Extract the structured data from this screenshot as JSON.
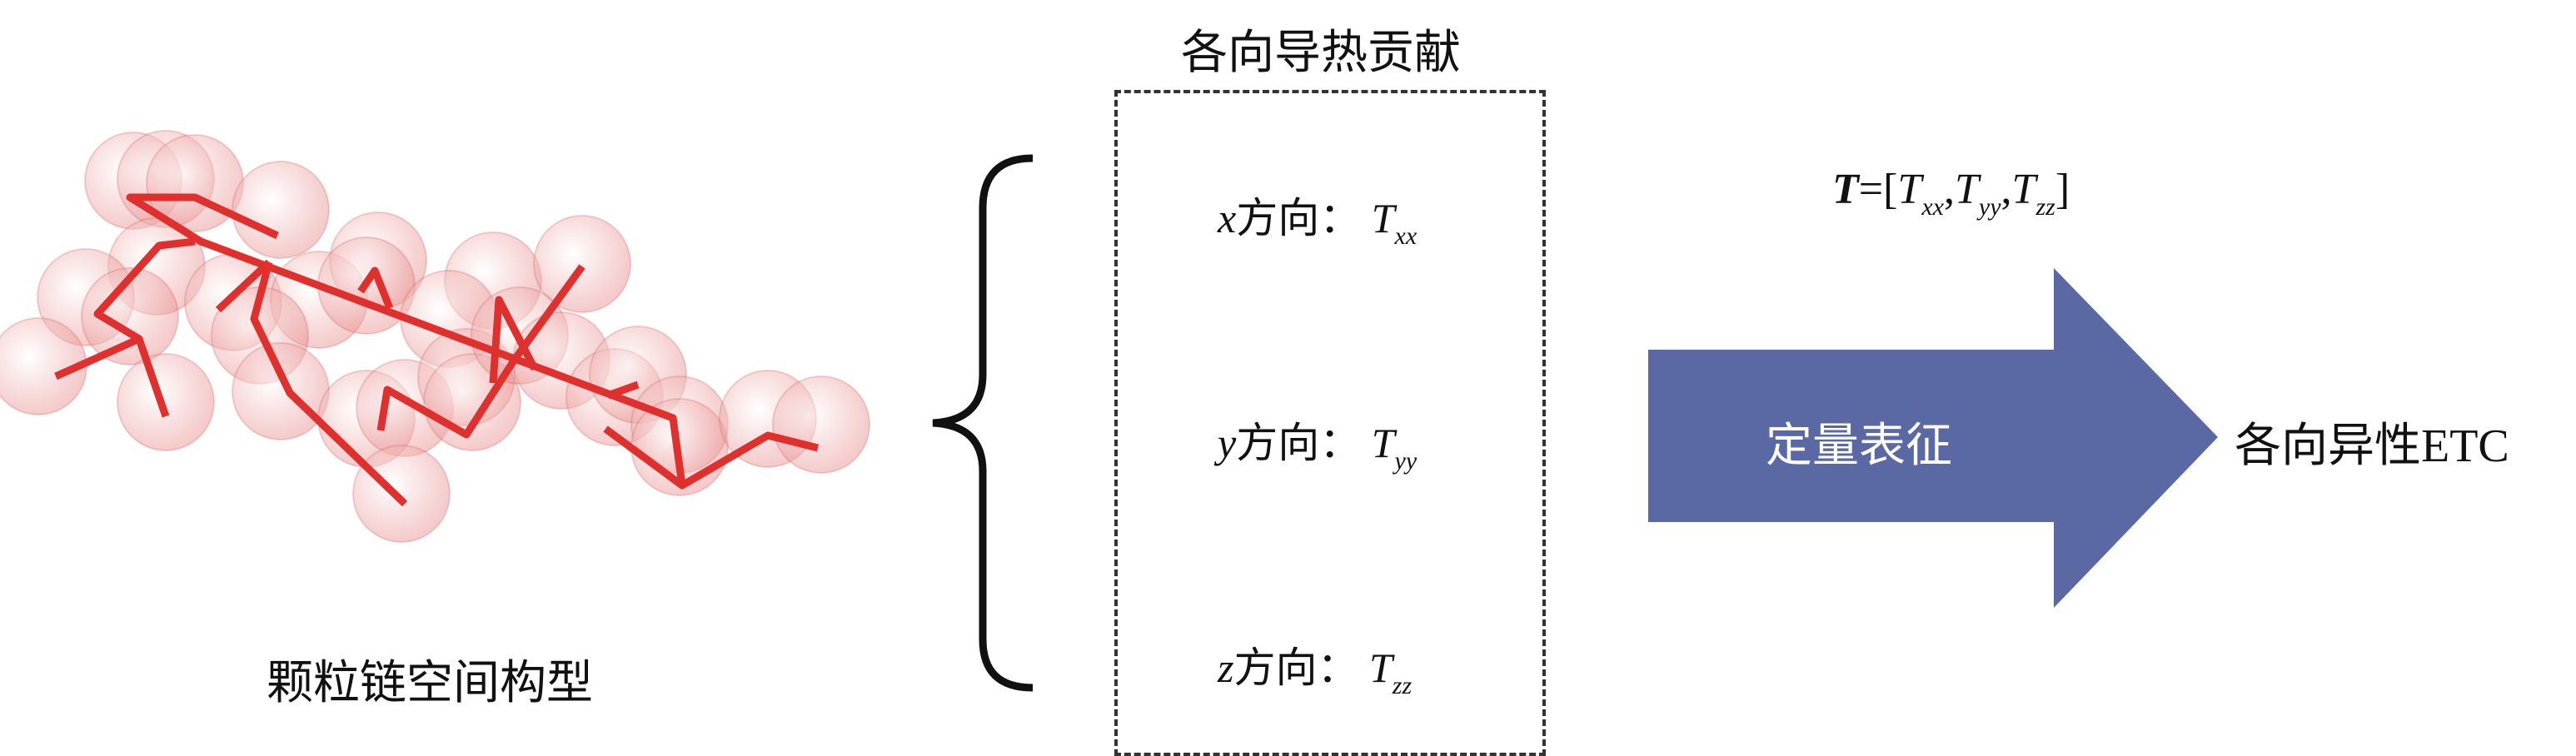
{
  "particle_chain": {
    "caption": "颗粒链空间构型",
    "particle_color": "#e88a8a",
    "chain_color": "#e0302e"
  },
  "contributions": {
    "title": "各向导热贡献",
    "rows": [
      {
        "axis": "x",
        "label": "方向：",
        "symbol": "T",
        "subscript": "xx"
      },
      {
        "axis": "y",
        "label": "方向：",
        "symbol": "T",
        "subscript": "yy"
      },
      {
        "axis": "z",
        "label": "方向：",
        "symbol": "T",
        "subscript": "zz"
      }
    ]
  },
  "formula": {
    "lhs": "T",
    "eq": "=[",
    "terms": [
      {
        "symbol": "T",
        "subscript": "xx",
        "sep": ","
      },
      {
        "symbol": "T",
        "subscript": "yy",
        "sep": ","
      },
      {
        "symbol": "T",
        "subscript": "zz",
        "sep": "]"
      }
    ]
  },
  "arrow": {
    "label": "定量表征",
    "color": "#5a69a4"
  },
  "result": {
    "label": "各向异性ETC"
  }
}
